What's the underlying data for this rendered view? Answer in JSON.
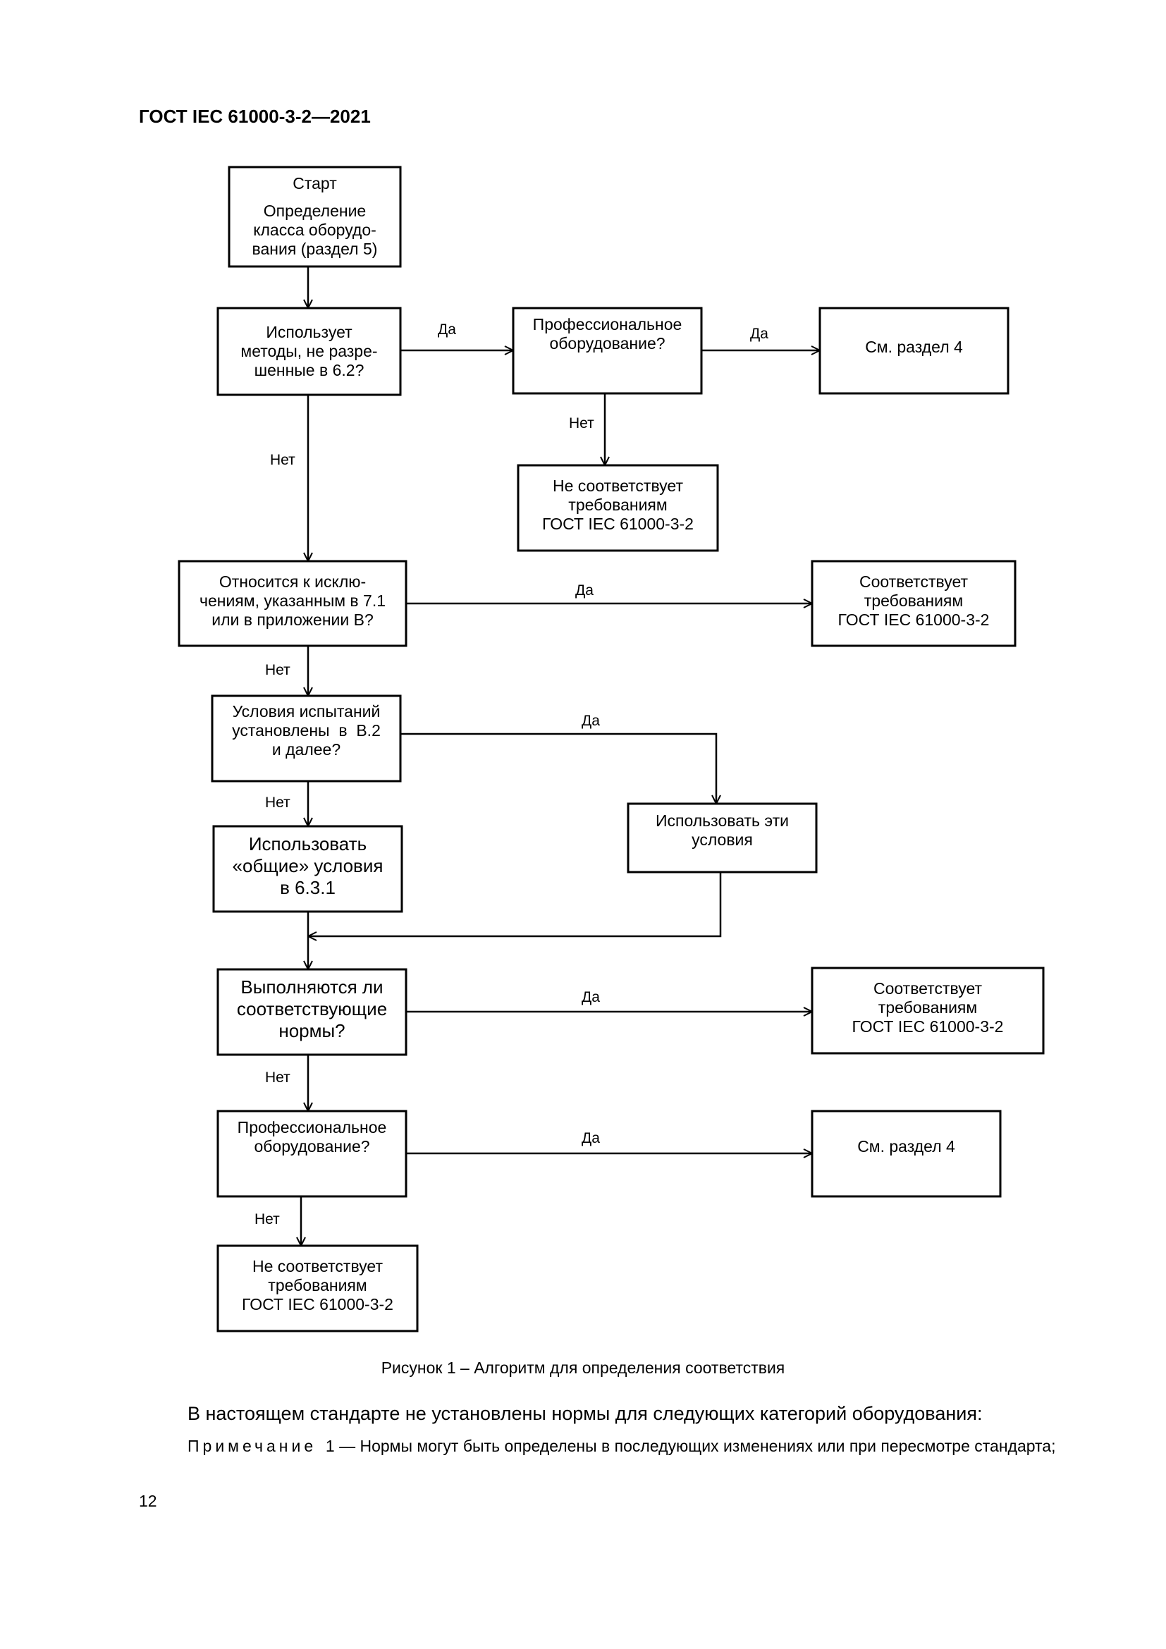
{
  "header": {
    "title": "ГОСТ IEC 61000-3-2—2021"
  },
  "flowchart": {
    "start": {
      "title": "Старт",
      "lines": [
        "Определение",
        "класса оборудо-",
        "вания (раздел 5)"
      ]
    },
    "uses_methods": {
      "lines": [
        "Использует",
        "методы, не разре-",
        "шенные в 6.2?"
      ]
    },
    "professional_1": {
      "lines": [
        "Профессиональное",
        "оборудование?"
      ]
    },
    "see_section_1": {
      "lines": [
        "См. раздел 4"
      ]
    },
    "not_comply_1": {
      "lines": [
        "Не соответствует",
        "требованиям",
        "ГОСТ IEC 61000-3-2"
      ]
    },
    "exceptions": {
      "lines": [
        "Относится к исклю-",
        "чениям, указанным в 7.1",
        "или в приложении В?"
      ]
    },
    "comply_1": {
      "lines": [
        "Соответствует",
        "требованиям",
        "ГОСТ IEC 61000-3-2"
      ]
    },
    "test_conditions": {
      "lines": [
        "Условия испытаний",
        "установлены  в  В.2",
        "и далее?"
      ]
    },
    "use_these": {
      "lines": [
        "Использовать эти",
        "условия"
      ]
    },
    "use_general": {
      "lines": [
        "Использовать",
        "«общие» условия",
        "в 6.3.1"
      ]
    },
    "limits_met": {
      "lines": [
        "Выполняются ли",
        "соответствующие",
        "нормы?"
      ]
    },
    "comply_2": {
      "lines": [
        "Соответствует",
        "требованиям",
        "ГОСТ IEC 61000-3-2"
      ]
    },
    "professional_2": {
      "lines": [
        "Профессиональное",
        "оборудование?"
      ]
    },
    "see_section_2": {
      "lines": [
        "См. раздел 4"
      ]
    },
    "not_comply_2": {
      "lines": [
        "Не соответствует",
        "требованиям",
        "ГОСТ IEC 61000-3-2"
      ]
    },
    "labels": {
      "yes": "Да",
      "no": "Нет"
    }
  },
  "caption": "Рисунок 1 – Алгоритм для определения соответствия",
  "body_text": "В настоящем стандарте не установлены нормы для следующих категорий оборудования:",
  "note": {
    "word": "Примечание",
    "text": "1 — Нормы могут быть определены в последующих изменениях или при пересмотре стандарта;"
  },
  "page_number": "12"
}
